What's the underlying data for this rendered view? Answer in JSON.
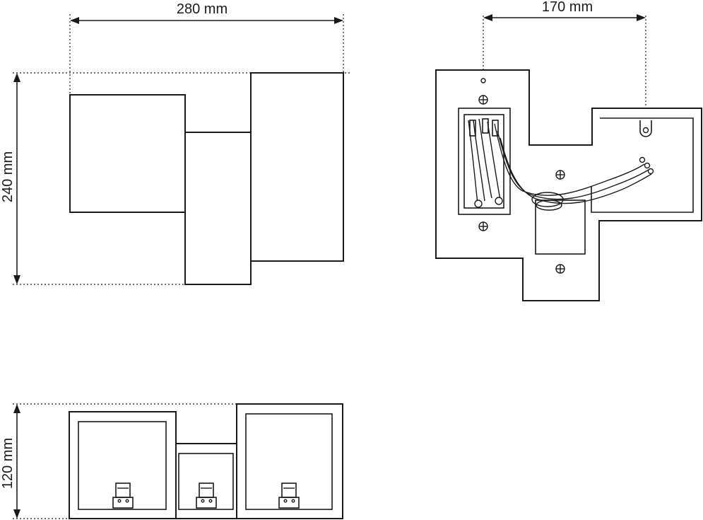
{
  "dimensions": {
    "width_top": "280 mm",
    "height_side": "240 mm",
    "height_bottom": "120 mm",
    "mount_spacing": "170 mm"
  },
  "colors": {
    "line": "#1a1a1a",
    "background": "#ffffff"
  }
}
